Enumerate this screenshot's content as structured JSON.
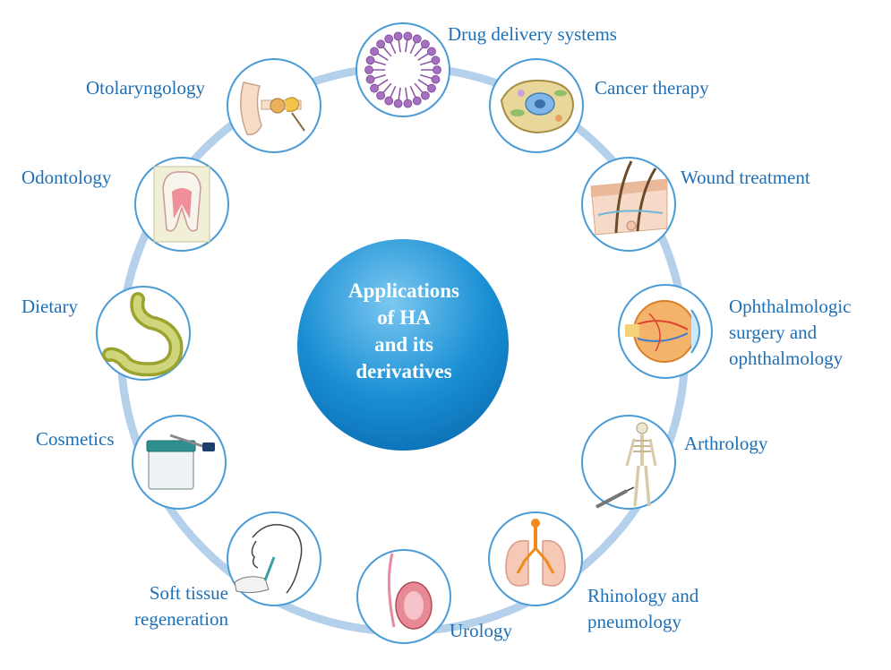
{
  "center": {
    "text": "Applications\nof HA\nand its\nderivatives"
  },
  "colors": {
    "ring": "#9fc3e6",
    "node_border": "#4a9bd6",
    "center_light": "#5bb6ea",
    "center_dark": "#0b78c0",
    "label": "#1f6fb5"
  },
  "nodes": [
    {
      "id": "drug-delivery",
      "label": "Drug delivery systems",
      "icon": "liposome-icon"
    },
    {
      "id": "cancer",
      "label": "Cancer therapy",
      "icon": "cell-icon"
    },
    {
      "id": "wound",
      "label": "Wound treatment",
      "icon": "skin-layers-icon"
    },
    {
      "id": "ophthalmology",
      "label": "Ophthalmologic\nsurgery and\nophthalmology",
      "icon": "eye-icon"
    },
    {
      "id": "arthrology",
      "label": "Arthrology",
      "icon": "skeleton-icon"
    },
    {
      "id": "rhinology",
      "label": "Rhinology and\npneumology",
      "icon": "lungs-icon"
    },
    {
      "id": "urology",
      "label": "Urology",
      "icon": "testis-icon"
    },
    {
      "id": "soft-tissue",
      "label": "Soft tissue\nregeneration",
      "icon": "face-injection-icon"
    },
    {
      "id": "cosmetics",
      "label": "Cosmetics",
      "icon": "cream-jar-icon"
    },
    {
      "id": "dietary",
      "label": "Dietary",
      "icon": "stomach-icon"
    },
    {
      "id": "odontology",
      "label": "Odontology",
      "icon": "tooth-icon"
    },
    {
      "id": "otolaryngology",
      "label": "Otolaryngology",
      "icon": "ear-icon"
    }
  ]
}
